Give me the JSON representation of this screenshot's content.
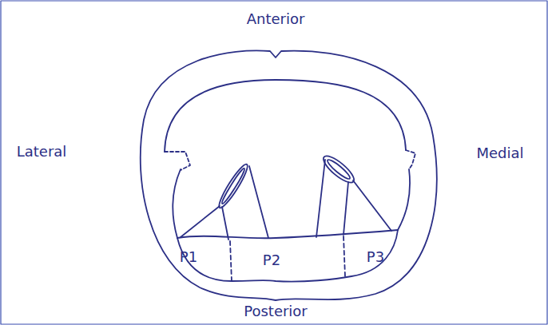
{
  "diagram": {
    "labels": [
      "Anterior",
      "Lateral",
      "Medial",
      "Posterior",
      "P1",
      "P2",
      "P3"
    ]
  }
}
